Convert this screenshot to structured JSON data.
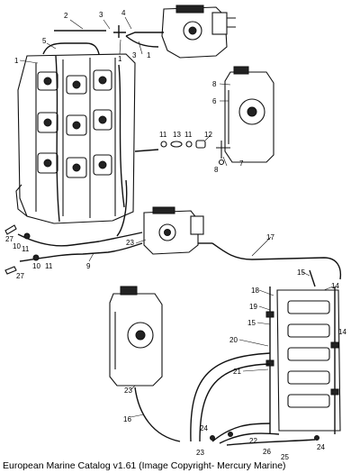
{
  "caption": "European Marine Catalog v1.61 (Image Copyright- Mercury Marine)",
  "callouts": {
    "c1a": "1",
    "c1b": "1",
    "c1c": "1",
    "c2": "2",
    "c3a": "3",
    "c3b": "3",
    "c4": "4",
    "c5": "5",
    "c6": "6",
    "c7": "7",
    "c8a": "8",
    "c8b": "8",
    "c9": "9",
    "c10a": "10",
    "c10b": "10",
    "c11a": "11",
    "c11b": "11",
    "c11c": "11",
    "c11d": "11",
    "c12": "12",
    "c13": "13",
    "c14a": "14",
    "c14b": "14",
    "c15a": "15",
    "c15b": "15",
    "c16": "16",
    "c17": "17",
    "c18": "18",
    "c19": "19",
    "c20": "20",
    "c21": "21",
    "c22": "22",
    "c23a": "23",
    "c23b": "23",
    "c23c": "23",
    "c24a": "24",
    "c24b": "24",
    "c25": "25",
    "c26": "26",
    "c27a": "27",
    "c27b": "27"
  }
}
